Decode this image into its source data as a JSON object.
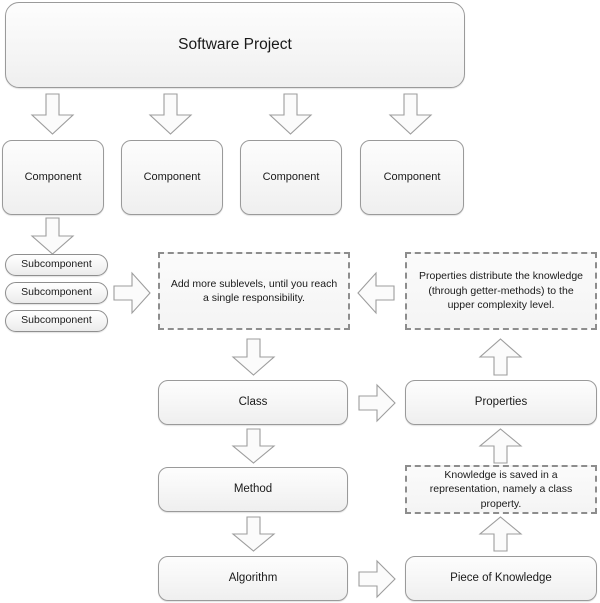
{
  "diagram": {
    "title_node": {
      "label": "Software Project"
    },
    "components": [
      {
        "label": "Component"
      },
      {
        "label": "Component"
      },
      {
        "label": "Component"
      },
      {
        "label": "Component"
      }
    ],
    "subcomponents": [
      {
        "label": "Subcomponent"
      },
      {
        "label": "Subcomponent"
      },
      {
        "label": "Subcomponent"
      }
    ],
    "notes": [
      {
        "id": "sublevels-note",
        "text": "Add more sublevels, until you reach a single responsibility."
      },
      {
        "id": "properties-note",
        "text": "Properties distribute the knowledge (through getter-methods) to the upper complexity level."
      },
      {
        "id": "knowledge-note",
        "text": "Knowledge is saved in a representation, namely a class property."
      }
    ],
    "left_chain": [
      {
        "id": "class",
        "label": "Class"
      },
      {
        "id": "method",
        "label": "Method"
      },
      {
        "id": "algorithm",
        "label": "Algorithm"
      }
    ],
    "right_chain": [
      {
        "id": "properties",
        "label": "Properties"
      },
      {
        "id": "piece-of-knowledge",
        "label": "Piece of Knowledge"
      }
    ],
    "colors": {
      "node_border": "#9a9a9a",
      "note_border": "#8d8d8d",
      "arrow_fill": "#fbfbfb",
      "arrow_stroke": "#9d9d9d",
      "text": "#1a1a1a",
      "background": "#ffffff"
    }
  }
}
